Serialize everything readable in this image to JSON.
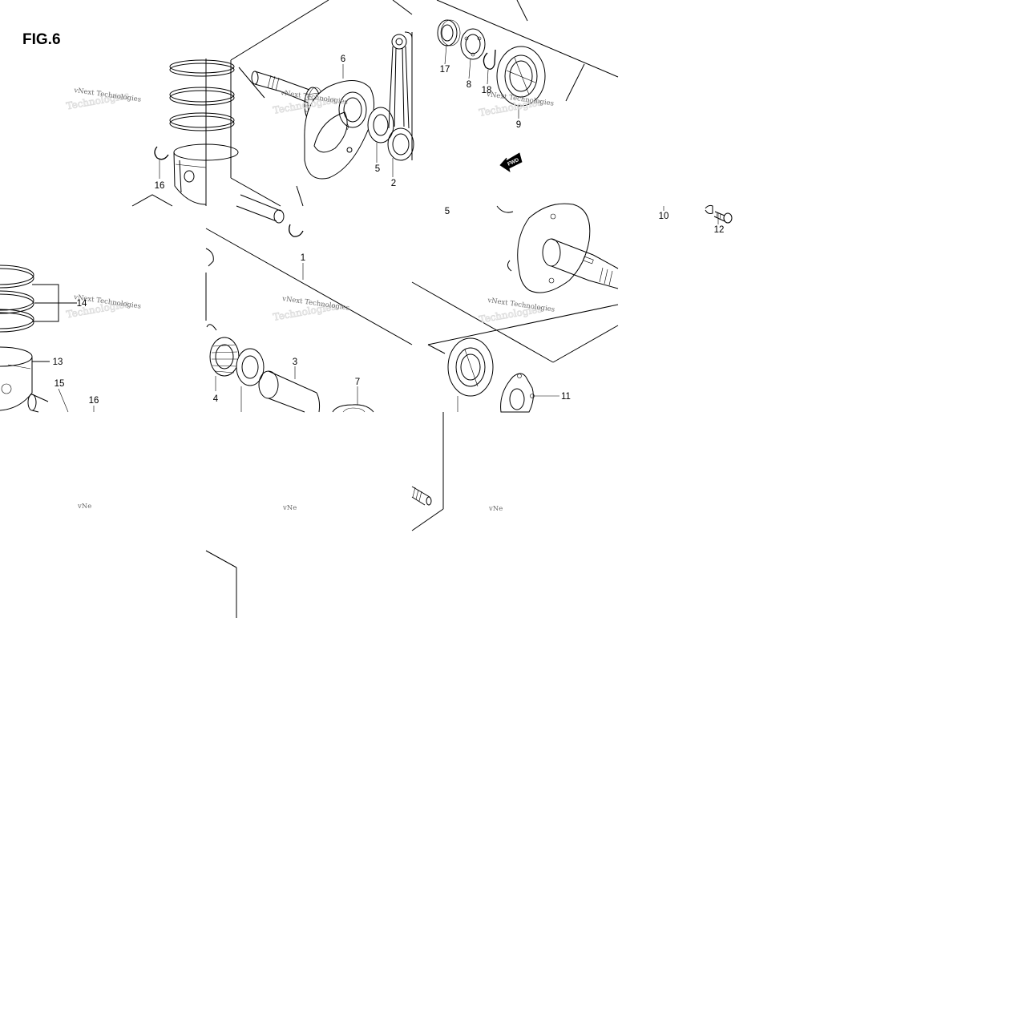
{
  "figure": {
    "title": "FIG.6",
    "watermark": "vNext Technologies",
    "watermark_ghost": "Technologies",
    "watermark_cut": "vNe"
  },
  "direction_marker": {
    "label": "FWD",
    "icon": "arrow-left-icon"
  },
  "callouts": {
    "p1": "1",
    "p2": "2",
    "p3": "3",
    "p4": "4",
    "p5a": "5",
    "p5b": "5",
    "p6": "6",
    "p7": "7",
    "p8": "8",
    "p9": "9",
    "p10": "10",
    "p11": "11",
    "p12": "12",
    "p13": "13",
    "p14": "14",
    "p15": "15",
    "p16a": "16",
    "p16b": "16",
    "p17": "17",
    "p18": "18"
  }
}
